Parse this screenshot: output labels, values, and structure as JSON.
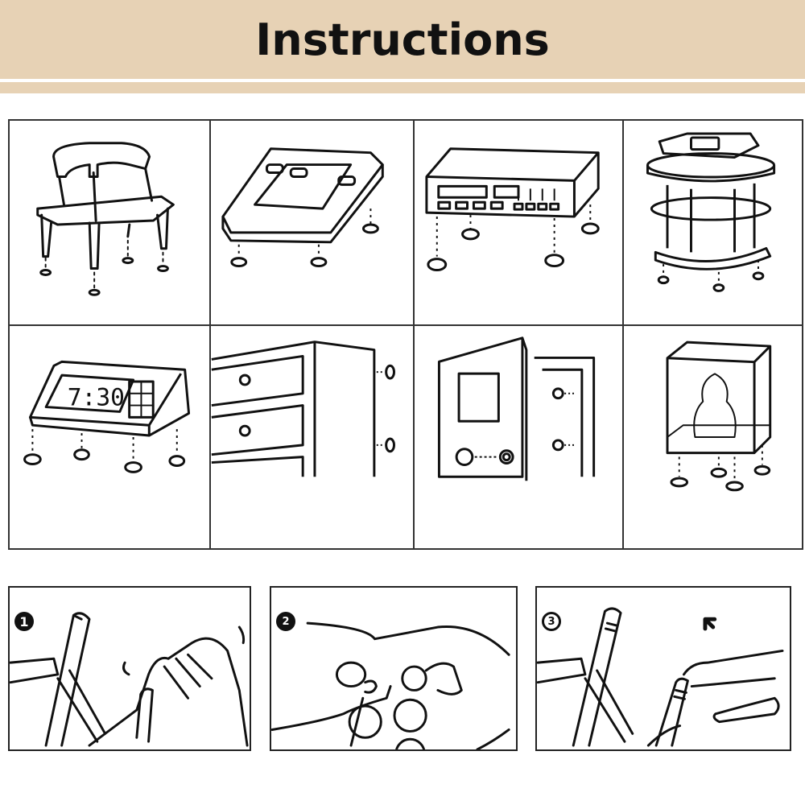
{
  "header": {
    "title": "Instructions",
    "background_color": "#e7d2b5"
  },
  "usage_grid": {
    "items": [
      {
        "name": "chair",
        "description": "Chair with felt pads under each leg"
      },
      {
        "name": "tray",
        "description": "Tray with pads underneath"
      },
      {
        "name": "stereo-receiver",
        "description": "Stereo receiver with pads underneath"
      },
      {
        "name": "telephone-stand",
        "description": "Telephone on stand with pads under legs"
      },
      {
        "name": "alarm-clock",
        "description": "Alarm clock with pads underneath",
        "display_text": "7:30"
      },
      {
        "name": "cabinet",
        "description": "Cabinet with bumper pads on door"
      },
      {
        "name": "safe",
        "description": "Safe with bumper pads on door frame"
      },
      {
        "name": "display-case",
        "description": "Glass display case with pads underneath"
      }
    ]
  },
  "steps": [
    {
      "number": "1",
      "description": "Clean the surface of the leg"
    },
    {
      "number": "2",
      "description": "Peel the pad off the backing sheet"
    },
    {
      "number": "3",
      "description": "Press the pad firmly onto the leg"
    }
  ]
}
